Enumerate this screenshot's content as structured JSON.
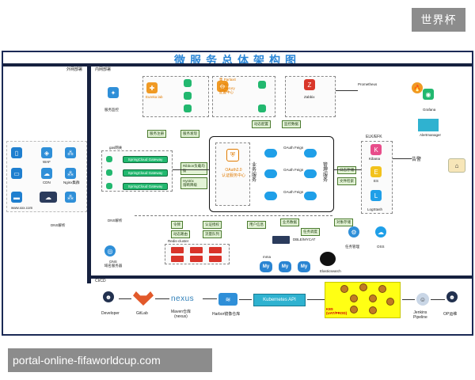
{
  "badge": "世界杯",
  "title": "微服务总体架构图",
  "zones": {
    "outer": "外网部署",
    "inner": "内网部署",
    "cicd": "CI/CD"
  },
  "left": {
    "url": "www.xxx.com",
    "waf": "WAF",
    "cdn": "CDN",
    "nginx": "Nginx集群",
    "dns1": "DNS解析",
    "dns2": "DNS解析",
    "dns3": "DNS\n域名服务器"
  },
  "gateway": {
    "title": "gas网关",
    "items": [
      "SpringCloud Gateway",
      "SpringCloud Gateway",
      "SpringCloud Gateway"
    ]
  },
  "top": {
    "monitor": "服务监控",
    "eureka": "Eureka\nlab",
    "config": "集 Parlaxit\nconfig\nrepository\n配置中心",
    "zabbix": "Zabbix",
    "prometheus": "Prometheus",
    "grafana": "Grafana",
    "alertmanager": "Alertmanager",
    "alarm": "告警"
  },
  "labels": {
    "svc_register": "服务注册",
    "svc_discover": "服务发现",
    "dyn_config": "动态配置",
    "monitor_data": "监控数据",
    "ribbon": "Ribbon负载均衡",
    "hystrix": "Hystrix\n熔断降级",
    "auth": "认证授权",
    "token": "令牌",
    "user_info": "用户信息",
    "business_data": "业务数据",
    "task_schedule": "任务调度",
    "obj_store": "对象存储",
    "log_store": "日志存储",
    "file_retrieve": "文件检索",
    "lb": "负载均衡",
    "dyn_route": "动态路由",
    "limit": "流量队列"
  },
  "center": {
    "oauth": "OAuth2.0\n认证服务中心",
    "biz": "业务服务",
    "mgmt": "管理服务",
    "feign1": "OAuth Feign",
    "feign2": "OAuth Feign",
    "feign3": "OAuth Feign"
  },
  "right": {
    "elk": "ELK/EFK",
    "kibana": "Kibana",
    "es": "ES",
    "logstash": "LogStash",
    "task": "任务管理",
    "oss": "OSS"
  },
  "storage": {
    "redis": "Redis-cluster",
    "dble": "DBLE/MYCAT",
    "mma": "mma",
    "es": "Elasticsearch"
  },
  "cicd": {
    "developer": "Developer",
    "gitlab": "GitLab",
    "nexus": "nexus",
    "maven": "Maven仓库\n(nexus)",
    "harbor": "Harbor镜像仓库",
    "k8s_api": "Kubernetes API",
    "k8s": "K8S\n(UAT/PROD)",
    "jenkins": "Jenkins\nPipeline",
    "op": "OP运维"
  },
  "footer": "portal-online-fifaworldcup.com"
}
